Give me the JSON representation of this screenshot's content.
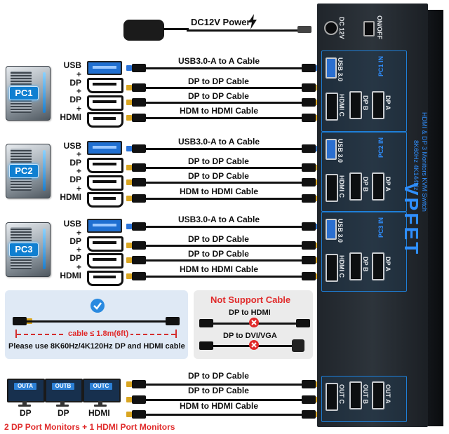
{
  "power": {
    "label": "DC12V Power"
  },
  "pcs": [
    {
      "name": "PC1",
      "ports": [
        "USB",
        "+",
        "DP",
        "+",
        "DP",
        "+",
        "HDMI"
      ]
    },
    {
      "name": "PC2",
      "ports": [
        "USB",
        "+",
        "DP",
        "+",
        "DP",
        "+",
        "HDMI"
      ]
    },
    {
      "name": "PC3",
      "ports": [
        "USB",
        "+",
        "DP",
        "+",
        "DP",
        "+",
        "HDMI"
      ]
    }
  ],
  "cables": {
    "usb": "USB3.0-A to A Cable",
    "dp": "DP to DP Cable",
    "hdmi": "HDM to HDMI Cable"
  },
  "length_box": {
    "length": "cable ≤ 1.8m(6ft)",
    "note": "Please use 8K60Hz/4K120Hz DP and HDMI cable"
  },
  "not_support": {
    "title": "Not Support Cable",
    "item1": "DP to HDMI",
    "item2": "DP to DVI/VGA"
  },
  "monitors": [
    {
      "label": "OUTA",
      "port": "DP"
    },
    {
      "label": "OUTB",
      "port": "DP"
    },
    {
      "label": "OUTC",
      "port": "HDMI"
    }
  ],
  "footer": "2 DP Port Monitors + 1 HDMI Port Monitors",
  "kvm": {
    "power_in": "DC 12V",
    "switch": "ON/OFF",
    "pc_in": [
      "PC1 IN",
      "PC2 IN",
      "PC3 IN"
    ],
    "port_names": [
      "USB 3.0",
      "HDMI C",
      "DP B",
      "DP A"
    ],
    "out": [
      "OUT A",
      "OUT B",
      "OUT C"
    ],
    "brand": "VPFET",
    "subtitle": "HDMI & DP 3 Monitors KVM Switch",
    "subtitle2": "8K60Hz 4K144Hz"
  },
  "colors": {
    "accent": "#1e7fd8",
    "warning": "#e02b2b"
  }
}
